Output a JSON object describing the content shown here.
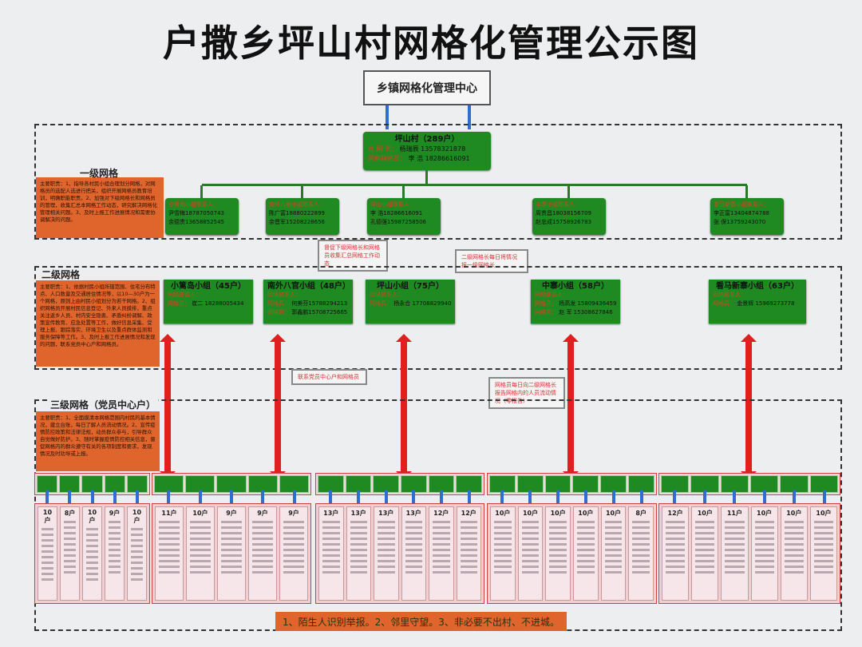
{
  "title": "户撒乡坪山村网格化管理公示图",
  "center": "乡镇网格化管理中心",
  "village": {
    "name": "坪山村（289户）",
    "l1": "总 网 长：",
    "v1": "杨瑞辰 13578321878",
    "l2": "网格联络员：",
    "v2": "李 浩 18286616091"
  },
  "level1": {
    "label": "一级网格",
    "duties": "主要职责：1、指导各村民小组合理划分网格，对网格员的选配人选进行把关，组织开展网格员教育培训，明确职能职责。2、加强对下级网格长和网格员的管理，收集汇总本网格工作动态，研究解决网格化管理相关问题。3、及时上报工作进展情况和需要协调解决的问题。",
    "boxes": [
      {
        "title": "小篱岛小组联系人：",
        "p1": "尹雪梅18787050743",
        "p2": "余德贵13658852545"
      },
      {
        "title": "南外八官小组联系人：",
        "p1": "陈广富18880222899",
        "p2": "余晋军15208228656"
      },
      {
        "title": "坪山小组联系人：",
        "p1": "李 浩18286616091",
        "p2": "孔德强15987258506"
      },
      {
        "title": "中寨小组联系人：",
        "p1": "周贵昌18038156709",
        "p2": "赵忠成15758926783"
      },
      {
        "title": "看马新寨小组联系人：",
        "p1": "李正富13404874788",
        "p2": "张 保13759243070"
      }
    ]
  },
  "callouts": {
    "down1": "督促下级网格长和网格员收集汇总网格工作动态",
    "up1": "二级网格长每日将情况报一级网格长",
    "down2": "联系党员中心户和网格员",
    "up2": "网格员每日向二级网格长报告网格内的人员流动情况（零报告）"
  },
  "level2": {
    "label": "二级网格",
    "duties": "主要职责：1、依据村民小组所辖范围、住宅分布特点、人口数量及交通居住情况等，以10—30户为一个网格，原则上由村民小组划分为若干网格。2、组织网格员开展村民信息登记、外来人员摸排，重点关注返乡人员、村内安全隐患、矛盾纠纷调解、政策宣传教育、应急处置等工作，做好信息采集、受理上报、跟踪落实、环境卫生以及重点群体监测和服务保障等工作。3、及时上报工作进展情况和发现的问题，联系党员中心户和网格员。",
    "groups": [
      {
        "name": "小篱岛小组（45户）",
        "role": "网格联系人：",
        "l1": "网格员：",
        "v1": "崔二 18288005434",
        "l2": "",
        "v2": ""
      },
      {
        "name": "南外八官小组（48户）",
        "role": "网格联系人：",
        "l1": "网格员：",
        "v1": "何美芬15788294213",
        "l2": "网格员：",
        "v2": "郭鑫鹏15708725665"
      },
      {
        "name": "坪山小组（75户）",
        "role": "网格联系人：",
        "l1": "网格员：",
        "v1": "杨永合 17708829940",
        "l2": "",
        "v2": ""
      },
      {
        "name": "中寨小组（58户）",
        "role": "网格联系人：",
        "l1": "网格员：",
        "v1": "杨高发 15809436459",
        "l2": "网格员：",
        "v2": "赵 军 15308627846"
      },
      {
        "name": "看马新寨小组（63户）",
        "role": "网格联系人：",
        "l1": "网格员：",
        "v1": "金景辉 15969273778",
        "l2": "",
        "v2": ""
      }
    ]
  },
  "level3": {
    "label": "三级网格（党员中心户）",
    "duties": "主要职责：1、全面摸清本网格范围内村民的基本情况，建立台账，每日了解人员流动情况。2、宣传疫情防控政策和法律法规，动员群众参与，引导群众自觉做好防护。3、随时掌握疫情防控相关信息，督促网格内的群众遵守有关的各项制度和要求，发现情况及时劝导或上报。",
    "households": [
      [
        "10户",
        "8户",
        "10户",
        "9户",
        "10户"
      ],
      [
        "11户",
        "10户",
        "9户",
        "9户",
        "9户"
      ],
      [
        "13户",
        "13户",
        "13户",
        "13户",
        "12户",
        "12户"
      ],
      [
        "10户",
        "10户",
        "10户",
        "10户",
        "10户",
        "8户"
      ],
      [
        "12户",
        "10户",
        "11户",
        "10户",
        "10户",
        "10户"
      ]
    ]
  },
  "note": "1、陌生人识别举报。2、邻里守望。3、非必要不出村、不进城。"
}
